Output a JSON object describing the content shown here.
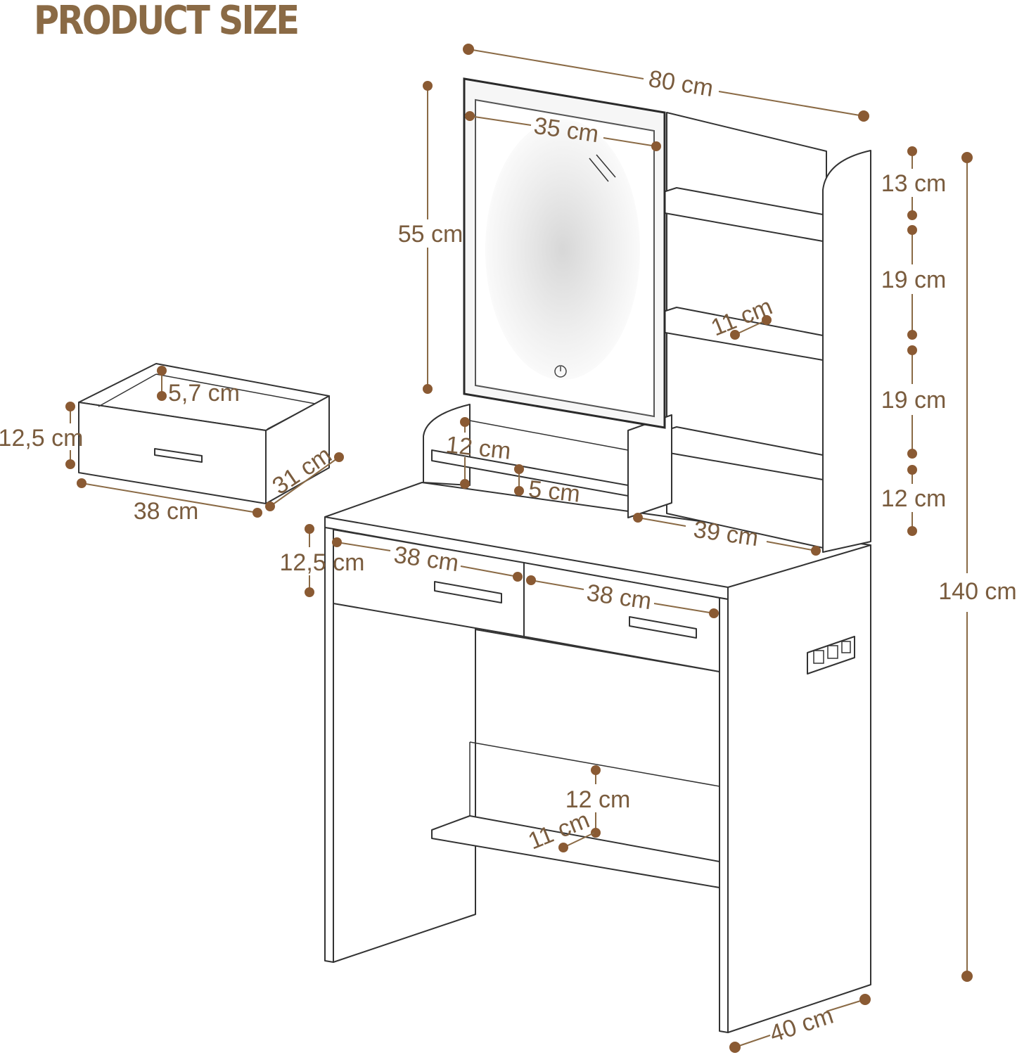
{
  "title": "PRODUCT SIZE",
  "colors": {
    "accent": "#8a6a45",
    "dot": "#8a5a33",
    "line": "#333333"
  },
  "icons": {
    "mirror_touch_button": "power-icon",
    "socket": "power-socket-icon"
  },
  "dimensions": {
    "total_width": "80 cm",
    "mirror_width": "35 cm",
    "mirror_height": "55 cm",
    "shelf_gap_1": "13 cm",
    "shelf_gap_2": "19 cm",
    "shelf_gap_3": "19 cm",
    "shelf_gap_4": "12 cm",
    "total_height": "140 cm",
    "shelf_depth_upper": "11 cm",
    "small_shelf_height": "12 cm",
    "small_shelf_step": "5 cm",
    "side_cabinet_width": "39 cm",
    "drawer_height_front": "12,5 cm",
    "drawer_left_width": "38 cm",
    "drawer_right_width": "38 cm",
    "table_depth": "40 cm",
    "bottom_shelf_height": "12 cm",
    "bottom_shelf_depth": "11 cm",
    "drawer_inner_height": "5,7 cm",
    "drawer_height": "12,5 cm",
    "drawer_depth": "31 cm",
    "drawer_width": "38 cm"
  }
}
